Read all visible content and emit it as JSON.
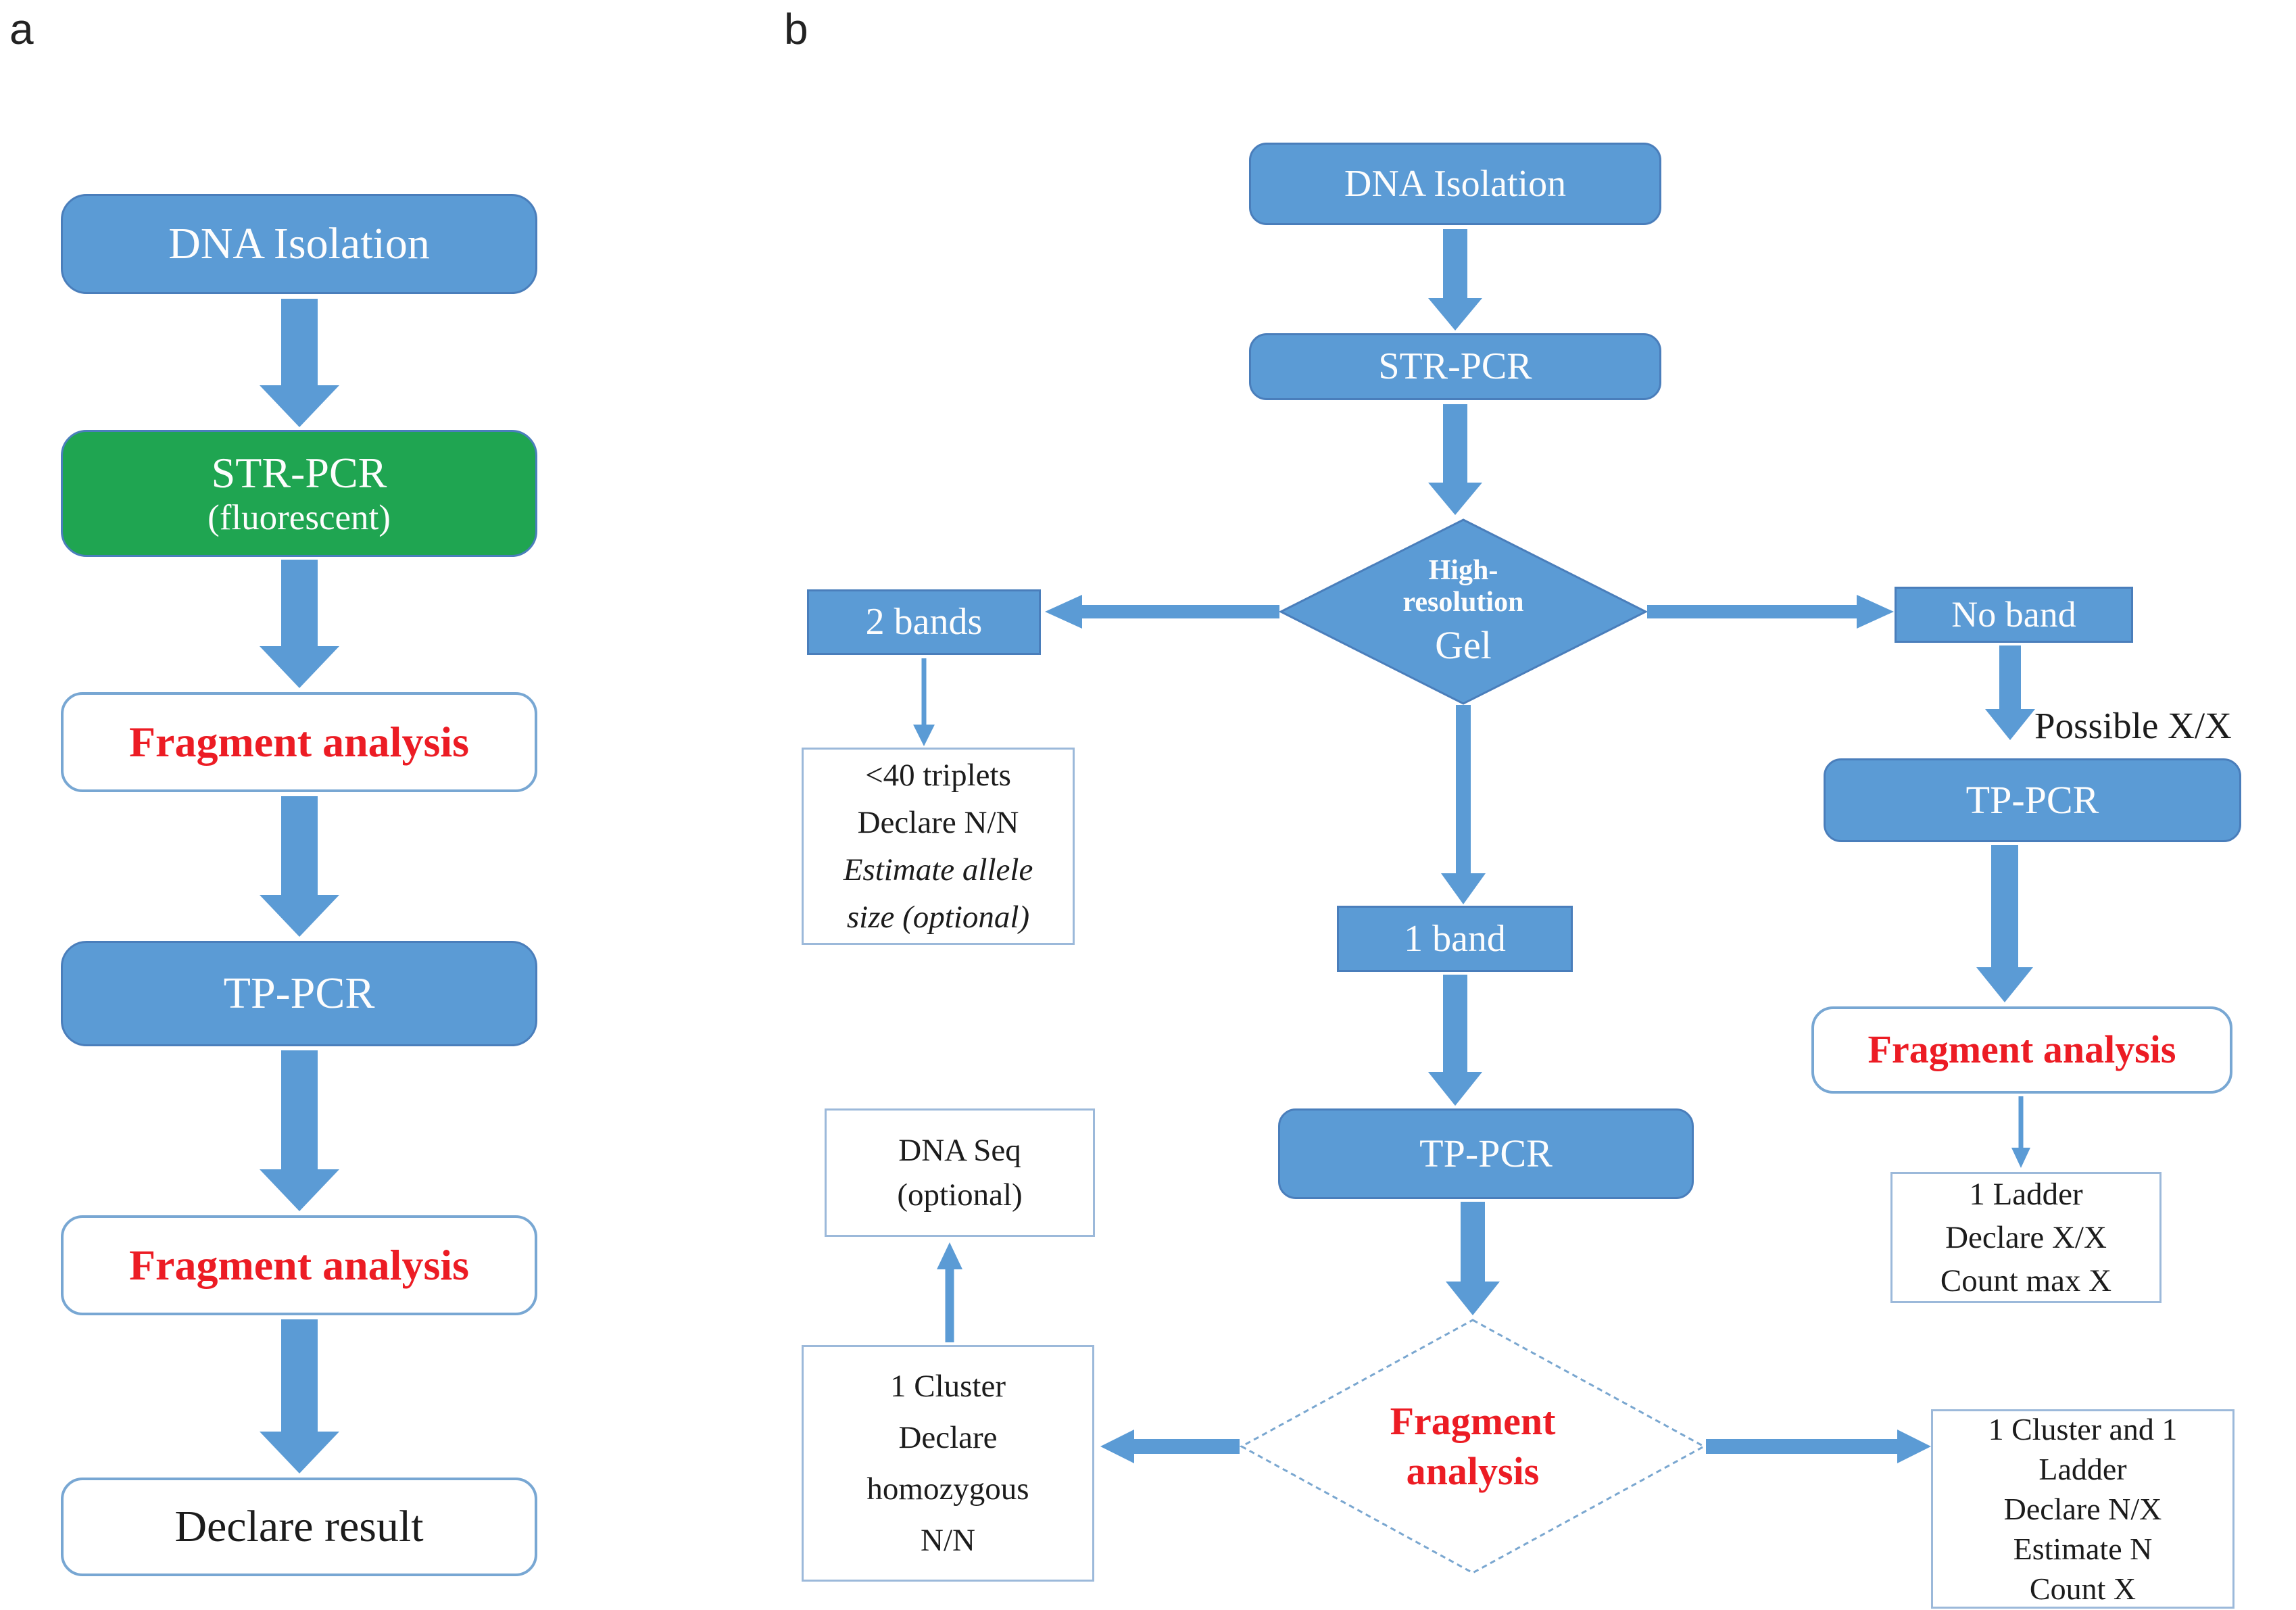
{
  "figure": {
    "panel_a_label": "a",
    "panel_b_label": "b"
  },
  "colors": {
    "process_blue": "#5b9bd5",
    "process_green": "#1fa551",
    "highlight_red": "#ec1c24",
    "border_blue": "#4a7ebb",
    "light_border_blue": "#9cb9da"
  },
  "a": {
    "dna_isolation": "DNA Isolation",
    "str_pcr_line1": "STR-PCR",
    "str_pcr_line2": "(fluorescent)",
    "fragment_analysis_1": "Fragment analysis",
    "tp_pcr": "TP-PCR",
    "fragment_analysis_2": "Fragment analysis",
    "declare_result": "Declare result"
  },
  "b": {
    "dna_isolation": "DNA Isolation",
    "str_pcr": "STR-PCR",
    "gel_diamond": {
      "line1": "High-",
      "line2": "resolution",
      "line3": "Gel"
    },
    "two_bands": "2 bands",
    "triplets_box": {
      "line1": "<40 triplets",
      "line2": "Declare N/N",
      "line3": "Estimate allele",
      "line4": "size (optional)"
    },
    "no_band": "No band",
    "possible_xx": "Possible X/X",
    "tp_pcr_right": "TP-PCR",
    "fragment_analysis_right": "Fragment analysis",
    "ladder_box": {
      "line1": "1 Ladder",
      "line2": "Declare X/X",
      "line3": "Count max X"
    },
    "one_band": "1 band",
    "tp_pcr_center": "TP-PCR",
    "fragment_diamond": {
      "line1": "Fragment",
      "line2": "analysis"
    },
    "dna_seq_box": {
      "line1": "DNA Seq",
      "line2": "(optional)"
    },
    "cluster_box": {
      "line1": "1 Cluster",
      "line2": "Declare",
      "line3": "homozygous",
      "line4": "N/N"
    },
    "cluster_ladder_box": {
      "line1": "1 Cluster and 1",
      "line2": "Ladder",
      "line3": "Declare N/X",
      "line4": "Estimate N",
      "line5": "Count X"
    }
  }
}
